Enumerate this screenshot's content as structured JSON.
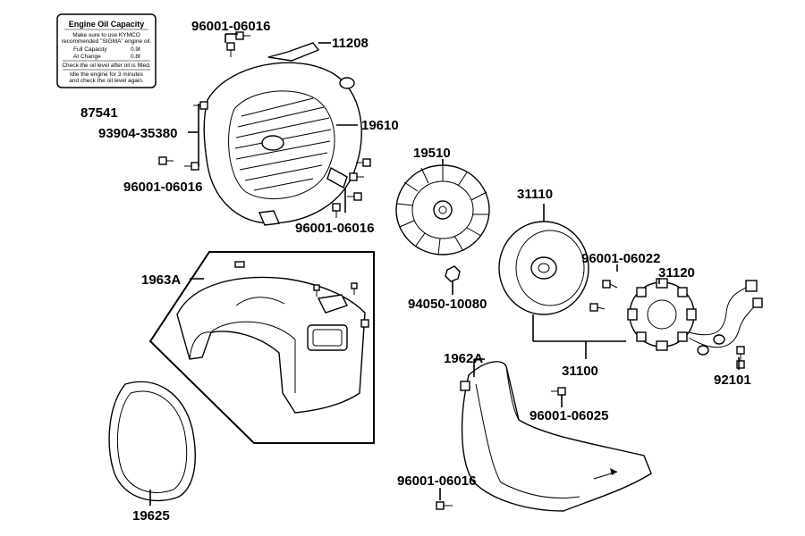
{
  "oil_label": {
    "title": "Engine Oil Capacity",
    "line1": "Make sure to use KYMCO",
    "line2": "recommended \"SIGMA\" engine oil.",
    "full_label": "Full Capacity",
    "full_value": "0.9ℓ",
    "change_label": "At Change",
    "change_value": "0.8ℓ",
    "note1": "Check the oil level after oil is filled.",
    "note2": "Idle the engine for 3 minutes",
    "note3": "and check the oil level again."
  },
  "parts": {
    "p87541": "87541",
    "p93904": "93904-35380",
    "p96001_a": "96001-06016",
    "p96001_b": "96001-06016",
    "p96001_c": "96001-06016",
    "p96001_d": "96001-06016",
    "p11208": "11208",
    "p19610": "19610",
    "p19510": "19510",
    "p31110": "31110",
    "p96001_06022": "96001-06022",
    "p31120": "31120",
    "p94050": "94050-10080",
    "p1963A": "1963A",
    "p1962A": "1962A",
    "p31100": "31100",
    "p96001_06025": "96001-06025",
    "p92101": "92101",
    "p19625": "19625"
  }
}
